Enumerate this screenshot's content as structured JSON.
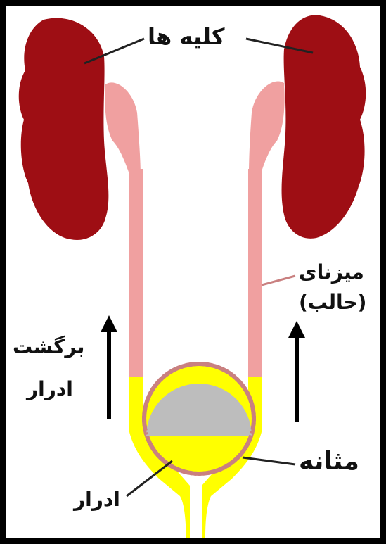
{
  "labels": {
    "kidneys": "کلیه ها",
    "ureters_line1": "میزنای",
    "ureters_line2": "(حالب)",
    "reflux_line1": "برگشت",
    "reflux_line2": "ادرار",
    "bladder": "مثانه",
    "urine": "ادرار"
  },
  "colors": {
    "kidney": "#9e0e14",
    "pelvis": "#f0a0a0",
    "urine": "#ffff00",
    "reflux_fill": "#bdbdbd",
    "bladder_wall": "#c98080",
    "border": "#000000"
  },
  "icons": [
    "arrow-up-icon"
  ]
}
